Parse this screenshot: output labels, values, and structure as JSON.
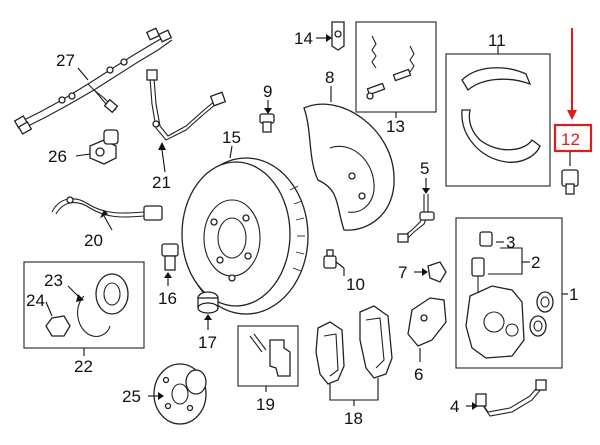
{
  "labels": {
    "1": "1",
    "2": "2",
    "3": "3",
    "4": "4",
    "5": "5",
    "6": "6",
    "7": "7",
    "8": "8",
    "9": "9",
    "10": "10",
    "11": "11",
    "12": "12",
    "13": "13",
    "14": "14",
    "15": "15",
    "16": "16",
    "17": "17",
    "18": "18",
    "19": "19",
    "20": "20",
    "21": "21",
    "22": "22",
    "23": "23",
    "24": "24",
    "25": "25",
    "26": "26",
    "27": "27"
  },
  "highlight": {
    "part": "12",
    "color": "#e01b1b"
  }
}
